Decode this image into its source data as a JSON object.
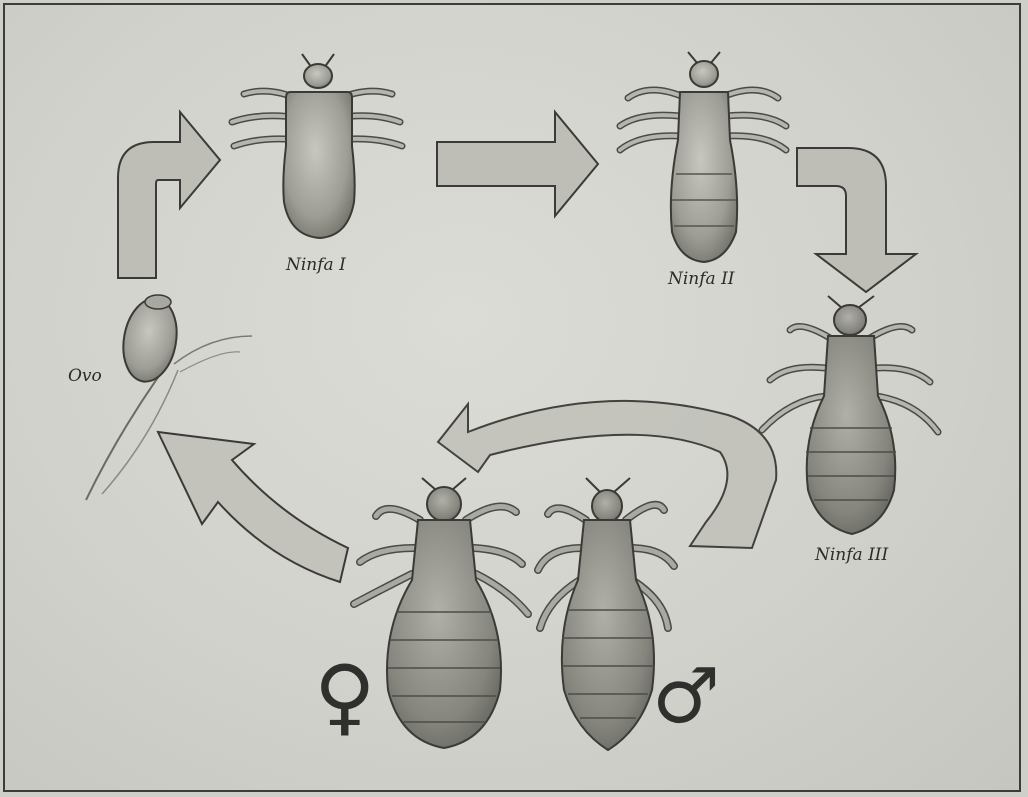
{
  "labels": {
    "egg": "Ovo",
    "nymph1": "Ninfa I",
    "nymph2": "Ninfa II",
    "nymph3": "Ninfa III"
  },
  "symbols": {
    "female": "♀",
    "male": "♂"
  },
  "colors": {
    "background": "#d4d4ce",
    "arrow_fill": "#bdbdb6",
    "arrow_stroke": "#3a3a38",
    "insect_body": "#9c9c95",
    "insect_outline": "#3a3a37"
  }
}
